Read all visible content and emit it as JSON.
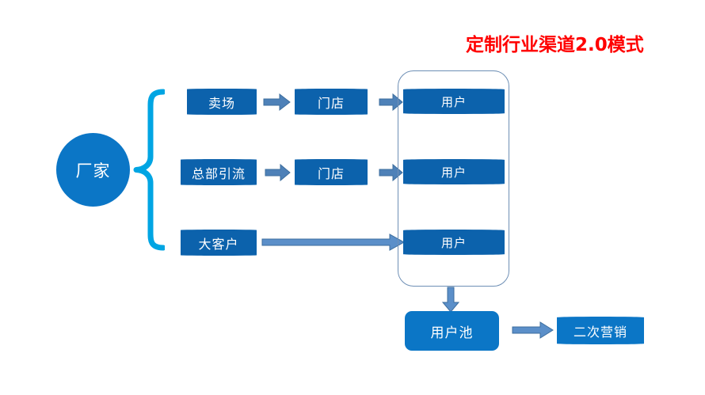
{
  "diagram": {
    "title": "定制行业渠道2.0模式",
    "title_color": "#FF0000",
    "source_node": {
      "label": "厂家",
      "shape": "circle",
      "color": "#0B76C6"
    },
    "brace": {
      "name": "left-curly-brace",
      "color": "#00A5E3"
    },
    "channels": [
      {
        "origin": "卖场",
        "middle": "门店",
        "destination": "用户"
      },
      {
        "origin": "总部引流",
        "middle": "门店",
        "destination": "用户"
      },
      {
        "origin": "大客户",
        "middle": "",
        "destination": "用户"
      }
    ],
    "user_container": {
      "name": "user-group-container",
      "border_color": "#6E8FB5"
    },
    "outcome": {
      "pool_label": "用户池",
      "remarketing_label": "二次营销"
    },
    "colors": {
      "box_dark_blue": "#0C62AC",
      "box_bright_blue": "#0B76C6",
      "arrow_blue": "#4E81B8",
      "arrow_long_blue": "#5B8FC9",
      "brace_cyan": "#00A5E3",
      "container_border": "#6E8FB5",
      "background": "#FFFFFF"
    }
  }
}
